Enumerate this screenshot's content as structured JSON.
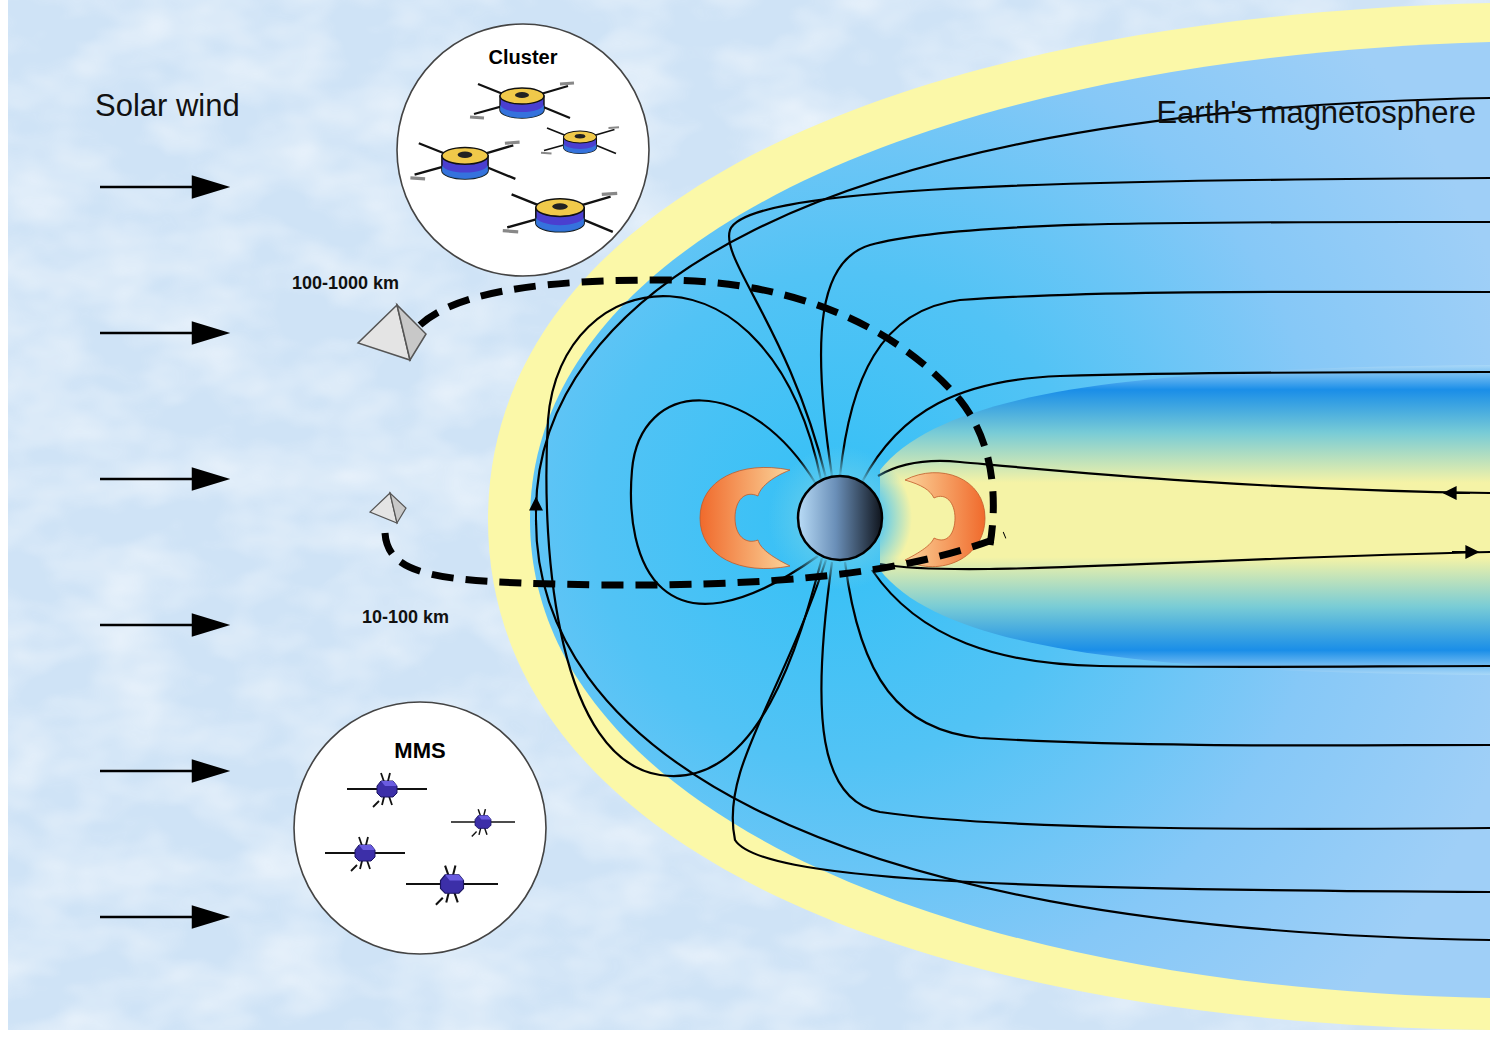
{
  "diagram": {
    "nodes": [
      {
        "text": [
          "Cluster"
        ]
      },
      {
        "text": [
          "MMS"
        ]
      }
    ],
    "labels": [
      "Solar wind",
      "Earth's magnetosphere",
      "100-1000 km",
      "10-100 km"
    ]
  }
}
